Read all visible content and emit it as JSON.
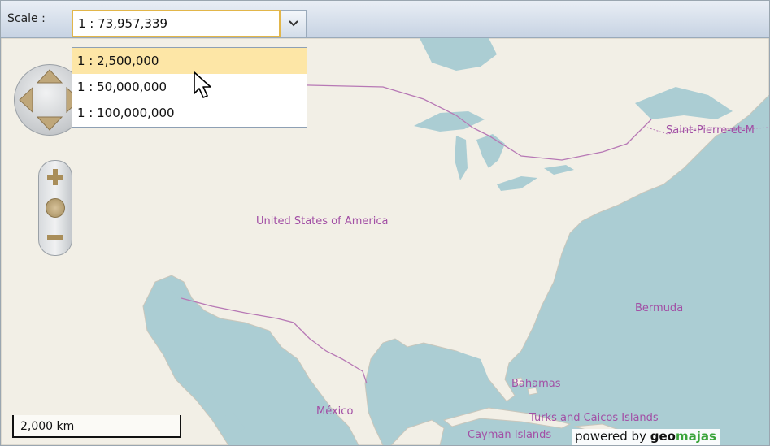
{
  "toolbar": {
    "scale_label": "Scale :",
    "scale_value": "1 : 73,957,339"
  },
  "scale_options": [
    {
      "label": "1 : 2,500,000",
      "highlighted": true
    },
    {
      "label": "1 : 50,000,000",
      "highlighted": false
    },
    {
      "label": "1 : 100,000,000",
      "highlighted": false
    }
  ],
  "map": {
    "labels": {
      "usa": "United States of America",
      "mexico": "México",
      "bermuda": "Bermuda",
      "bahamas": "Bahamas",
      "turks": "Turks and Caicos Islands",
      "cayman": "Cayman Islands",
      "saint_pierre": "Saint-Pierre-et-M"
    },
    "scalebar": "2,000 km",
    "powered_by": {
      "prefix": "powered by ",
      "geo": "geo",
      "majas": "majas"
    }
  },
  "colors": {
    "land": "#f2efe6",
    "water": "#abcdd3",
    "border": "#b778b5",
    "accent": "#e2b64a",
    "highlight": "#fde6a6"
  }
}
